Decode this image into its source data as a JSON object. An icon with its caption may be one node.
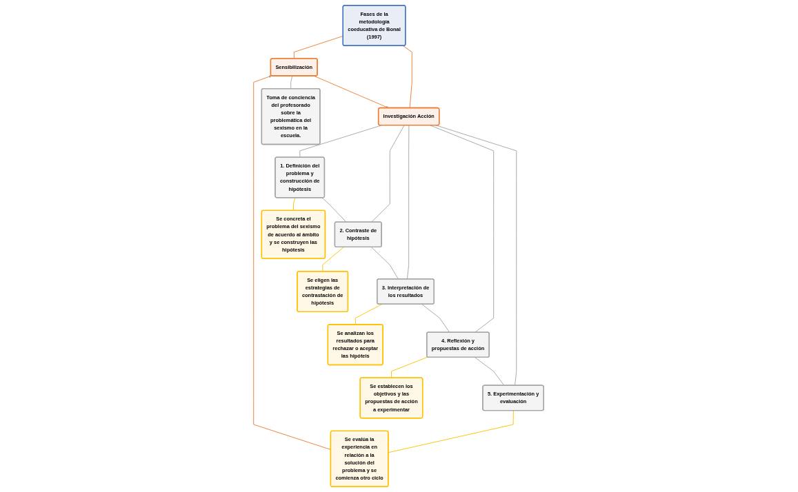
{
  "diagram": {
    "nodes": [
      {
        "text": [
          "Fases de la metodología coeducativa de Bonal (1997)"
        ]
      },
      {
        "text": [
          "Sensibilización"
        ]
      },
      {
        "text": [
          "Investigación Acción"
        ]
      },
      {
        "text": [
          "Toma de conciencia del profesorado sobre la problemática del sexismo en la escuela."
        ]
      },
      {
        "text": [
          "1. Definición del problema y construcción de hipótesis"
        ]
      },
      {
        "text": [
          "2. Contraste de hipótesis"
        ]
      },
      {
        "text": [
          "3. Interpretación de los resultados"
        ]
      },
      {
        "text": [
          "4. Reflexión y propuestas de acción"
        ]
      },
      {
        "text": [
          "5. Experimentación y evaluación"
        ]
      },
      {
        "text": [
          "Se concreta el problema del sexismo de acuerdo al ámbito y se construyen las hipótesis"
        ]
      },
      {
        "text": [
          "Se eligen las estrategias de contrastación de hipótesis"
        ]
      },
      {
        "text": [
          "Se analizan los resultados para rechazar o aceptar las hipóteis"
        ]
      },
      {
        "text": [
          "Se establecen los objetivos y las propuestas de acción a experimentar"
        ]
      },
      {
        "text": [
          "Se evalúa la experiencia en relación a la solución del problema y se comienza otro ciclo"
        ]
      }
    ],
    "edges": [
      {
        "from": 0,
        "to": 1,
        "arrow": "none",
        "color": "#ed7d31"
      },
      {
        "from": 0,
        "to": 2,
        "arrow": "none",
        "color": "#ed7d31"
      },
      {
        "from": 1,
        "to": 2,
        "arrow": "to",
        "color": "#ed7d31"
      },
      {
        "from": 1,
        "to": 3,
        "arrow": "none"
      },
      {
        "from": 2,
        "to": 4,
        "arrow": "none"
      },
      {
        "from": 2,
        "to": 5,
        "arrow": "none"
      },
      {
        "from": 2,
        "to": 6,
        "arrow": "none"
      },
      {
        "from": 2,
        "to": 7,
        "arrow": "none"
      },
      {
        "from": 2,
        "to": 8,
        "arrow": "none"
      },
      {
        "from": 4,
        "to": 5,
        "arrow": "none"
      },
      {
        "from": 5,
        "to": 6,
        "arrow": "none"
      },
      {
        "from": 6,
        "to": 7,
        "arrow": "none"
      },
      {
        "from": 7,
        "to": 8,
        "arrow": "none"
      },
      {
        "from": 4,
        "to": 9,
        "arrow": "none",
        "color": "#ffc000"
      },
      {
        "from": 5,
        "to": 10,
        "arrow": "none",
        "color": "#ffc000"
      },
      {
        "from": 6,
        "to": 11,
        "arrow": "none",
        "color": "#ffc000"
      },
      {
        "from": 7,
        "to": 12,
        "arrow": "none",
        "color": "#ffc000"
      },
      {
        "from": 8,
        "to": 13,
        "arrow": "none",
        "color": "#ffc000"
      },
      {
        "from": 13,
        "to": 1,
        "arrow": "to",
        "color": "#ed7d31"
      }
    ]
  }
}
